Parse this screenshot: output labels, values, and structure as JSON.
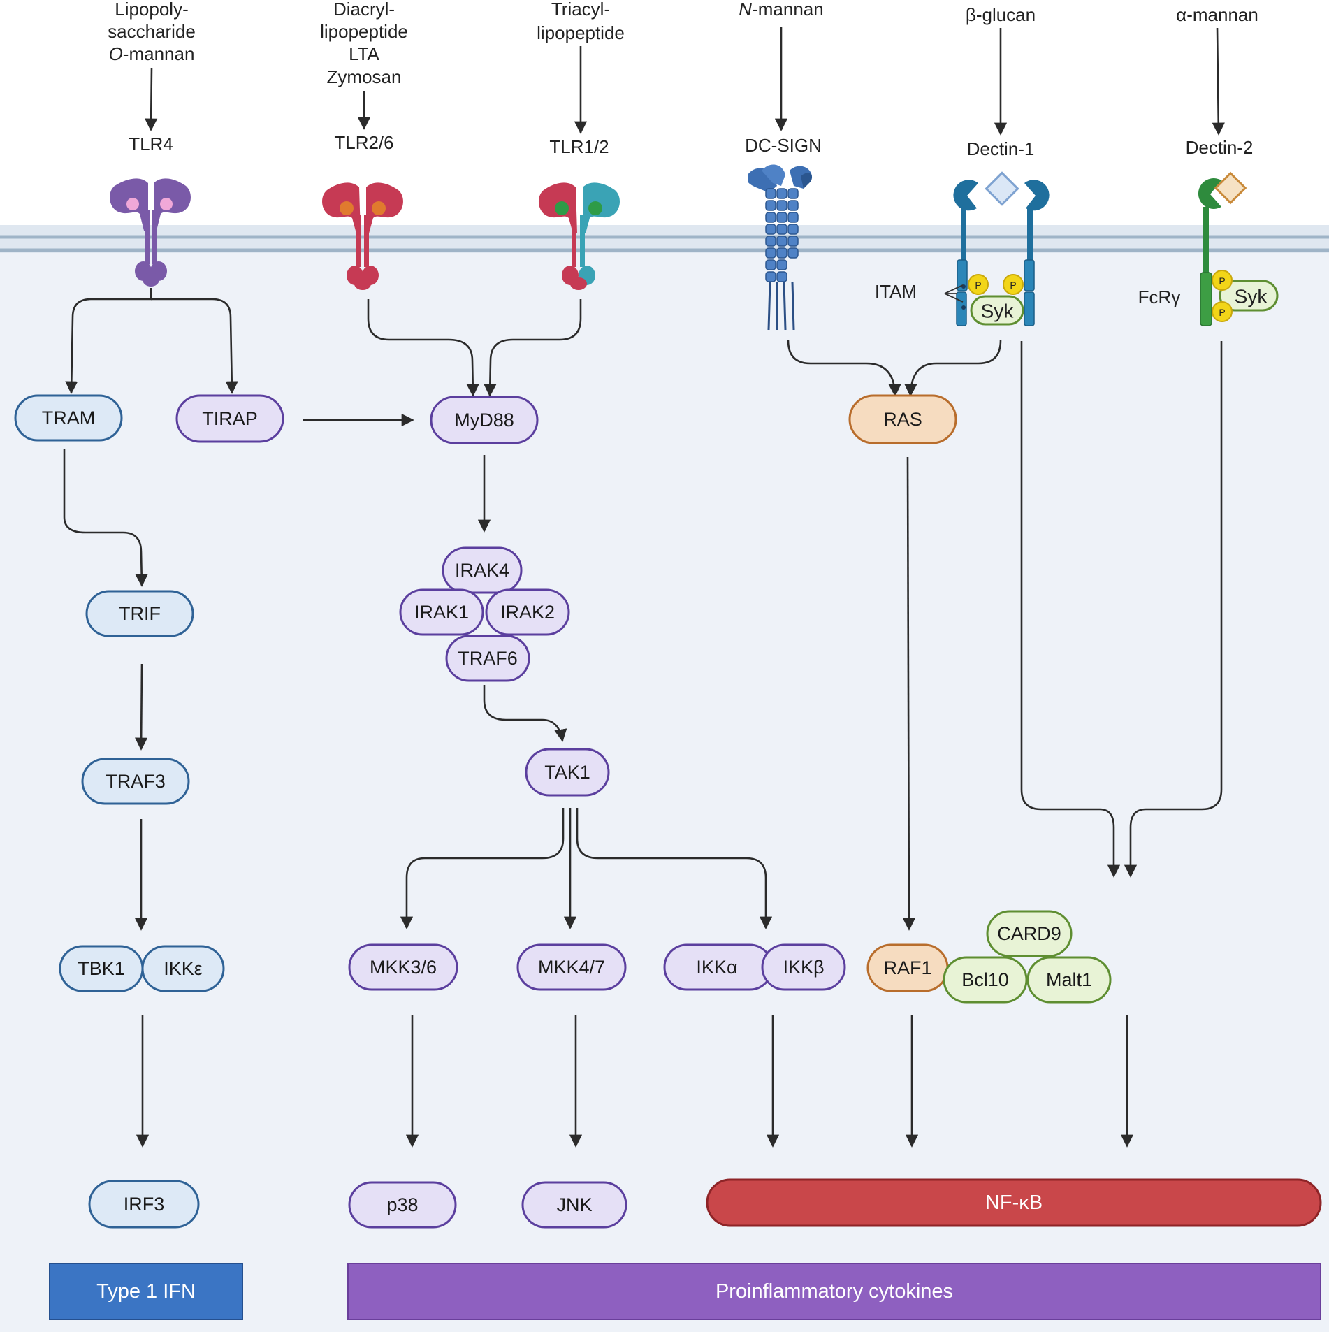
{
  "ligands": {
    "tlr4": [
      "Lipopoly-",
      "saccharide",
      "O-mannan"
    ],
    "tlr26": [
      "Diacryl-",
      "lipopeptide",
      "LTA",
      "Zymosan"
    ],
    "tlr12": [
      "Triacyl-",
      "lipopeptide"
    ],
    "dcsign": "N-mannan",
    "dcsign_italic": "N",
    "dcsign_rest": "-mannan",
    "tlr4_italic": "O",
    "tlr4_rest": "-mannan",
    "dectin1": "β-glucan",
    "dectin2": "α-mannan"
  },
  "receptors": {
    "tlr4": "TLR4",
    "tlr26": "TLR2/6",
    "tlr12": "TLR1/2",
    "dcsign": "DC-SIGN",
    "dectin1": "Dectin-1",
    "dectin2": "Dectin-2"
  },
  "membrane_labels": {
    "itam": "ITAM",
    "fcrg": "FcRγ",
    "syk": "Syk",
    "phospho": "P"
  },
  "nodes": {
    "tram": "TRAM",
    "tirap": "TIRAP",
    "myd88": "MyD88",
    "ras": "RAS",
    "trif": "TRIF",
    "irak4": "IRAK4",
    "irak1": "IRAK1",
    "irak2": "IRAK2",
    "traf6": "TRAF6",
    "traf3": "TRAF3",
    "tak1": "TAK1",
    "tbk1": "TBK1",
    "ikke": "IKKε",
    "mkk36": "MKK3/6",
    "mkk47": "MKK4/7",
    "ikka": "IKKα",
    "ikkb": "IKKβ",
    "raf1": "RAF1",
    "card9": "CARD9",
    "bcl10": "Bcl10",
    "malt1": "Malt1",
    "irf3": "IRF3",
    "p38": "p38",
    "jnk": "JNK",
    "nfkb": "NF-κB"
  },
  "outputs": {
    "type1ifn": "Type 1 IFN",
    "proinflammatory": "Proinflammatory cytokines"
  },
  "colors": {
    "membrane": "#9fb4c7",
    "cytoplasm": "#eef2f8",
    "tlr4": "#7a5aa8",
    "tlr26": "#c63a54",
    "tlr12_teal": "#3aa3b5",
    "dcsign": "#3d6fb3",
    "dectin": "#1f6f9d",
    "dectin2": "#2e8b3d",
    "syk": "#f2d518",
    "nfkb": "#c9474a",
    "type1ifn_bar": "#3b75c4",
    "proinflammatory_bar": "#8e60c0"
  }
}
